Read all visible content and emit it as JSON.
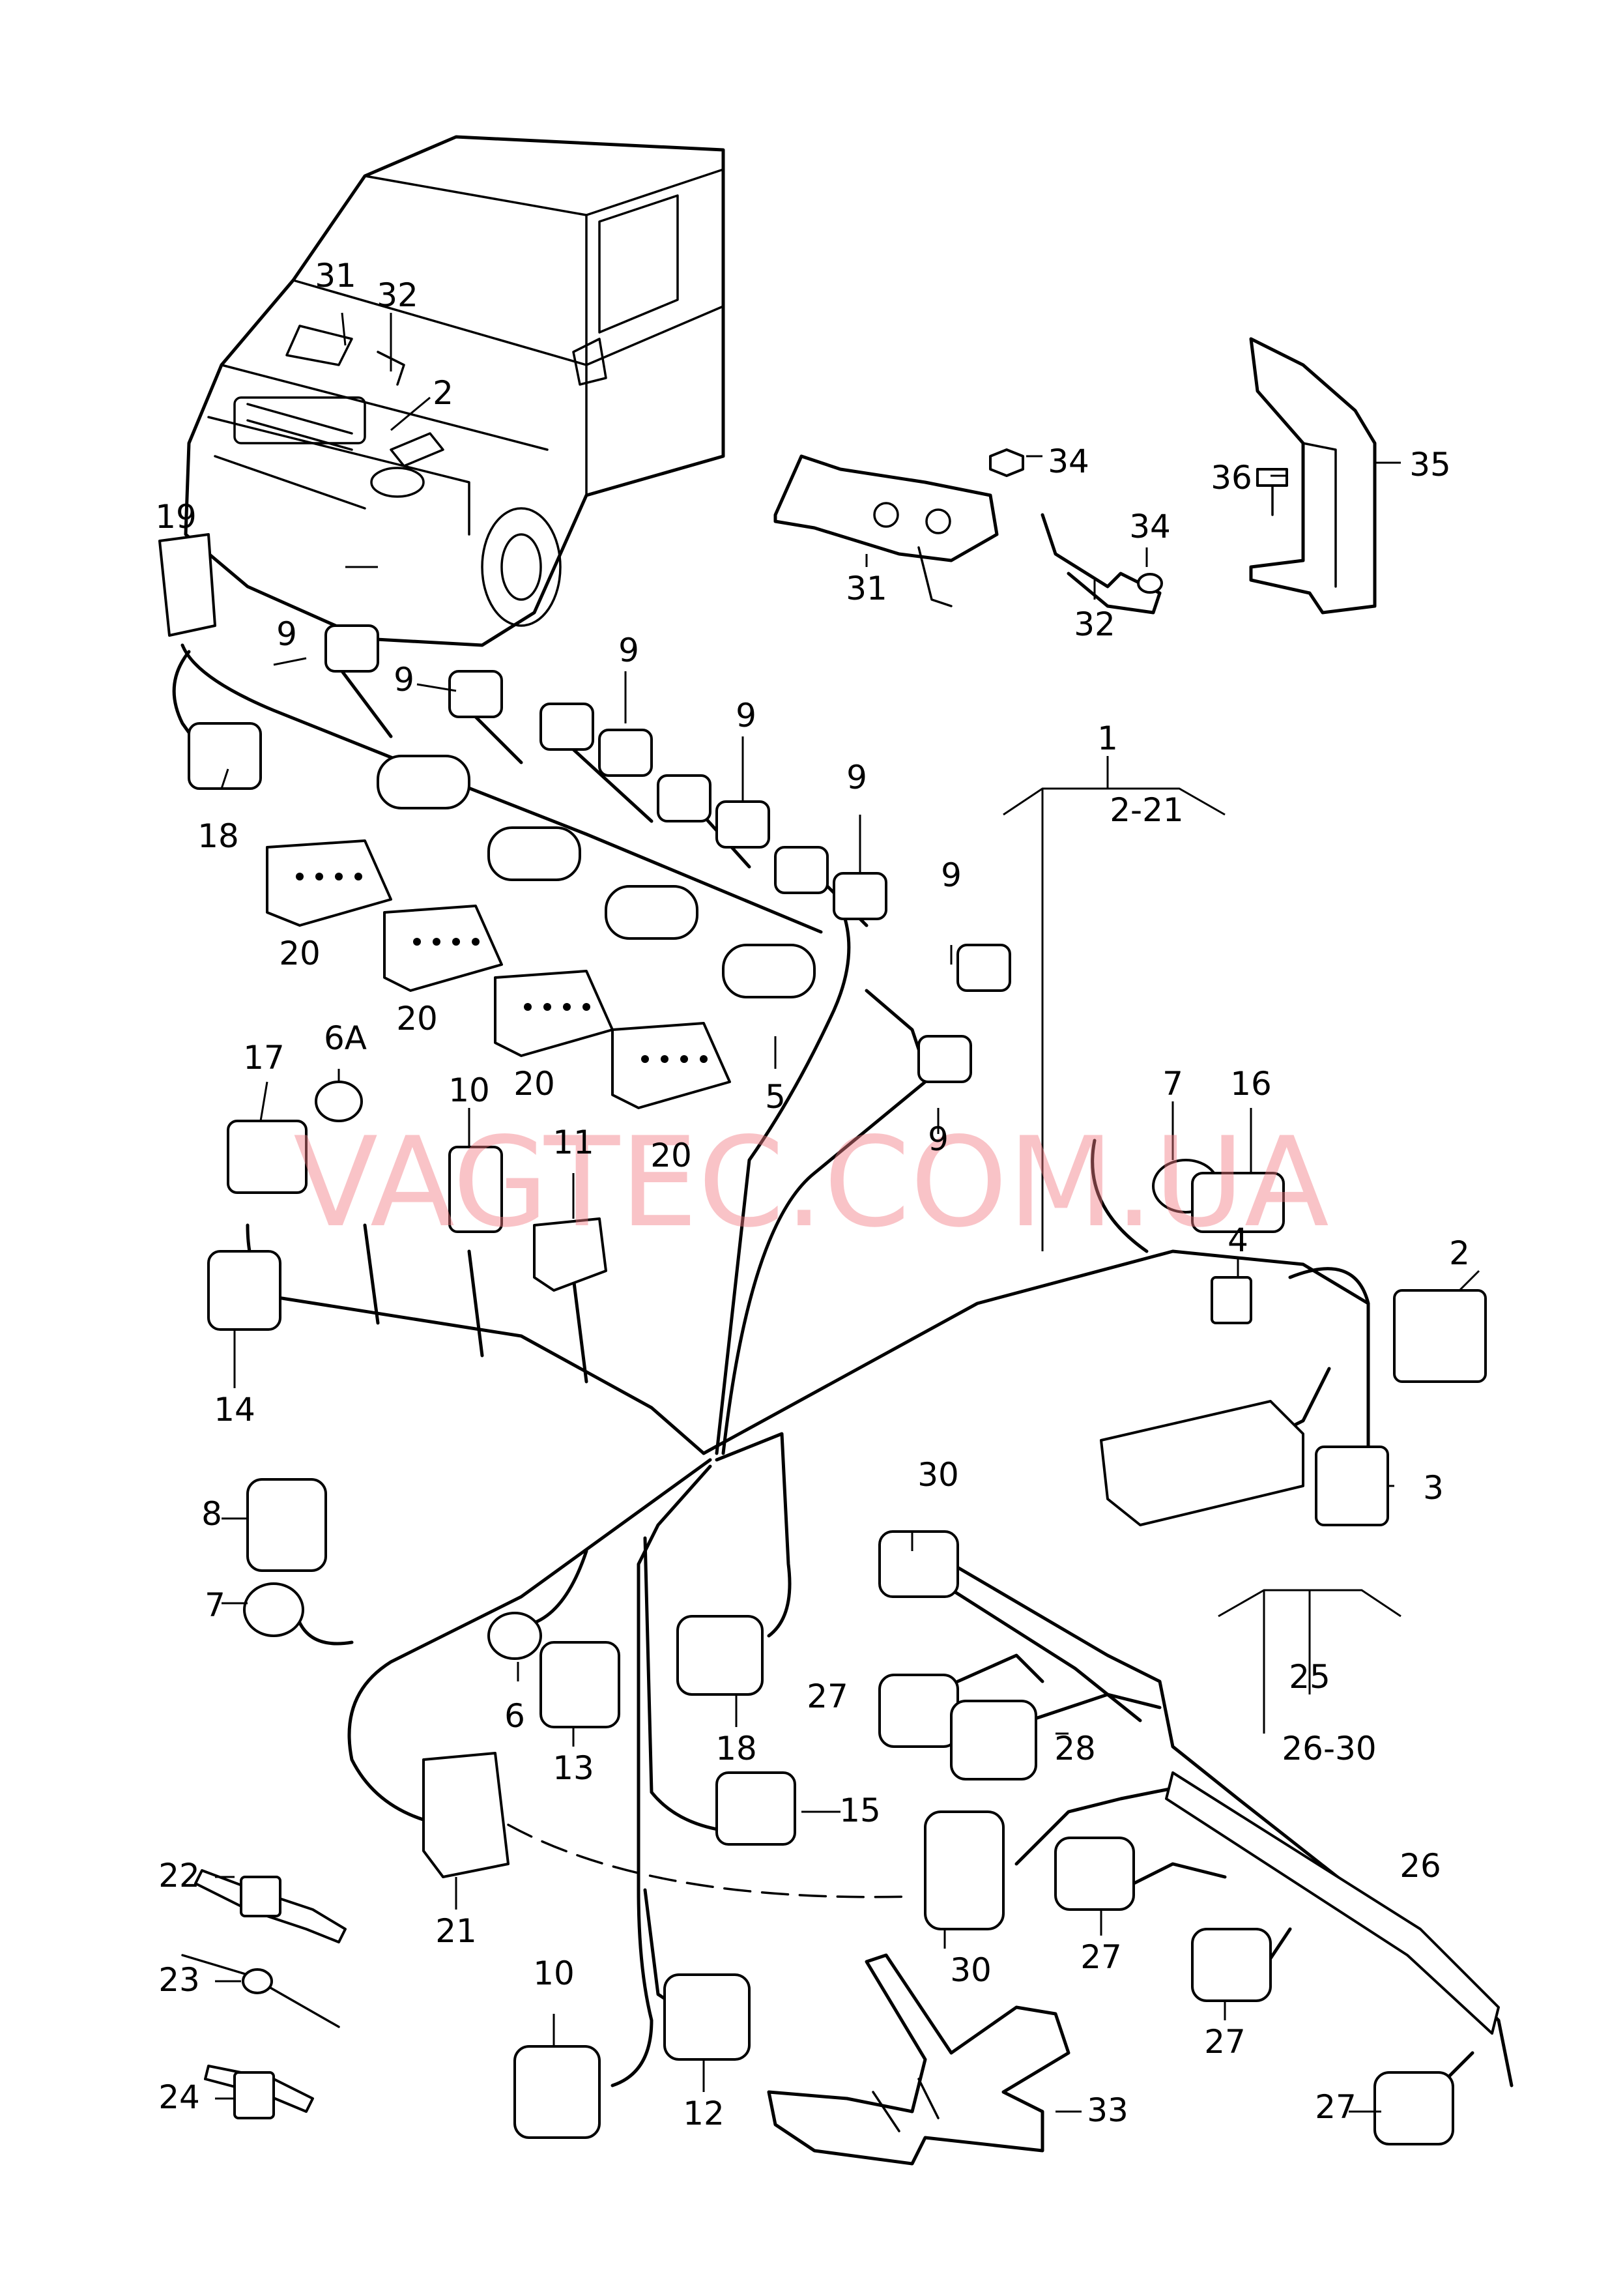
{
  "watermark": {
    "text": "VAGTEC.COM.UA",
    "color": "#f27c84"
  },
  "callouts": {
    "c1": "1",
    "c2_21": "2-21",
    "c2": "2",
    "c2b": "2",
    "c3": "3",
    "c4": "4",
    "c5": "5",
    "c6": "6",
    "c6a": "6A",
    "c7": "7",
    "c7b": "7",
    "c8": "8",
    "c9a": "9",
    "c9b": "9",
    "c9c": "9",
    "c9d": "9",
    "c9e": "9",
    "c9f": "9",
    "c9g": "9",
    "c10": "10",
    "c10b": "10",
    "c11": "11",
    "c12": "12",
    "c13": "13",
    "c14": "14",
    "c15": "15",
    "c16": "16",
    "c17": "17",
    "c18": "18",
    "c18b": "18",
    "c19": "19",
    "c20a": "20",
    "c20b": "20",
    "c20c": "20",
    "c20d": "20",
    "c21": "21",
    "c22": "22",
    "c23": "23",
    "c24": "24",
    "c25": "25",
    "c26_30": "26-30",
    "c26": "26",
    "c27a": "27",
    "c27b": "27",
    "c27c": "27",
    "c27d": "27",
    "c28": "28",
    "c30a": "30",
    "c30b": "30",
    "c31": "31",
    "c31b": "31",
    "c32": "32",
    "c32b": "32",
    "c33": "33",
    "c34": "34",
    "c34b": "34",
    "c35": "35",
    "c36": "36"
  }
}
